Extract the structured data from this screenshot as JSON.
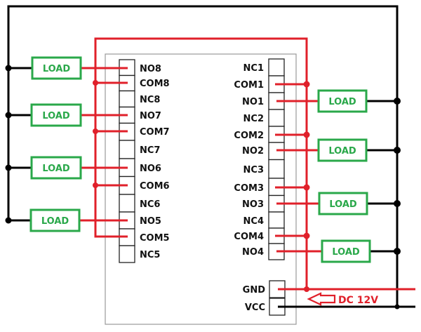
{
  "colors": {
    "wire_red": "#e0202a",
    "wire_black": "#000000",
    "load_green": "#2aa84a",
    "module_border": "#999999",
    "terminal_border": "#222222"
  },
  "left_terminals": [
    "NO8",
    "COM8",
    "NC8",
    "NO7",
    "COM7",
    "NC7",
    "NO6",
    "COM6",
    "NC6",
    "NO5",
    "COM5",
    "NC5"
  ],
  "right_terminals": [
    "NC1",
    "COM1",
    "NO1",
    "NC2",
    "COM2",
    "NO2",
    "NC3",
    "COM3",
    "NO3",
    "NC4",
    "COM4",
    "NO4"
  ],
  "power_terminals": [
    "GND",
    "VCC"
  ],
  "loads": {
    "label": "LOAD",
    "left": [
      {
        "connects_to": "NO8"
      },
      {
        "connects_to": "NO7"
      },
      {
        "connects_to": "NO6"
      },
      {
        "connects_to": "NO5"
      }
    ],
    "right": [
      {
        "connects_to": "NO1"
      },
      {
        "connects_to": "NO2"
      },
      {
        "connects_to": "NO3"
      },
      {
        "connects_to": "NO4"
      }
    ]
  },
  "power_source": {
    "label": "DC 12V",
    "arrow_direction": "left"
  }
}
